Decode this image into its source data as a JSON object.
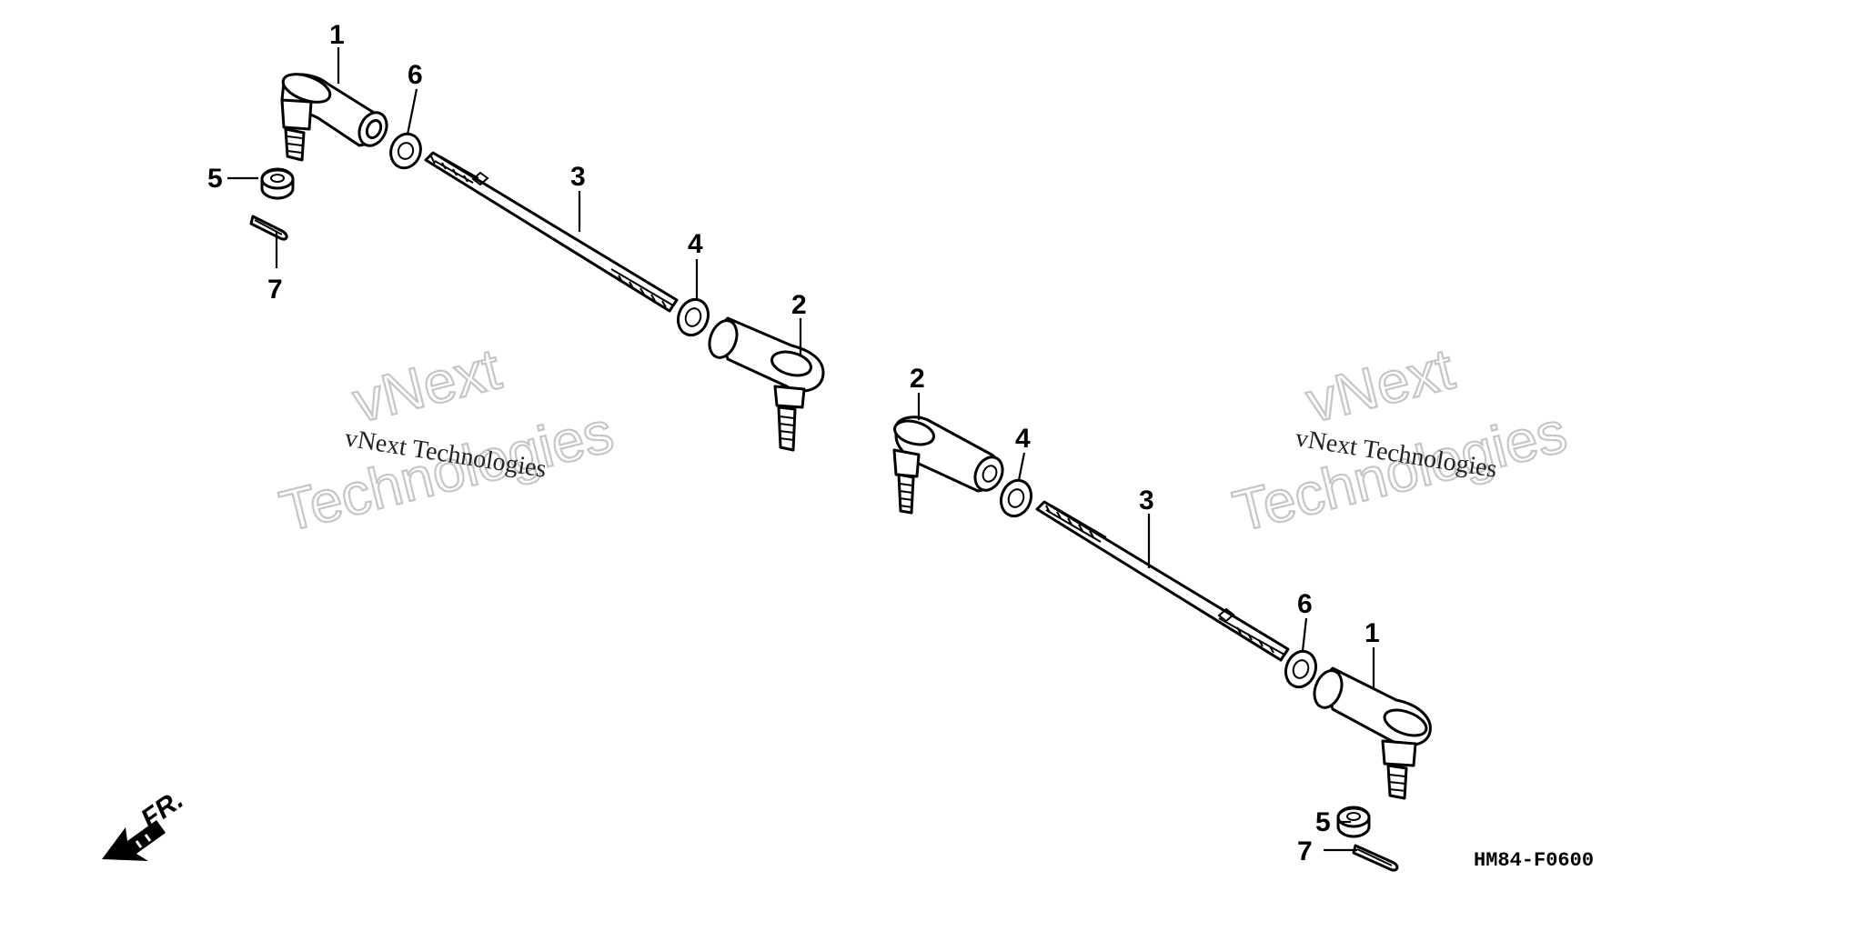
{
  "diagram": {
    "code": "HM84-F0600",
    "front_label": "FR.",
    "callouts": {
      "n1": "1",
      "n2": "2",
      "n3": "3",
      "n4": "4",
      "n5": "5",
      "n6": "6",
      "n7": "7"
    },
    "watermark": {
      "line_small": "vNext Technologies",
      "line_big_1": "vNext",
      "line_big_2": "Technologies"
    }
  }
}
